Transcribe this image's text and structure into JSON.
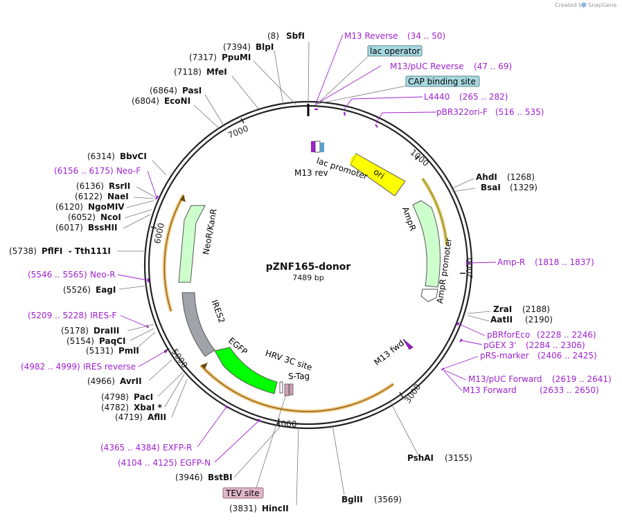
{
  "credit": "Created by",
  "brand": "SnapGene",
  "plasmid": {
    "name": "pZNF165-donor",
    "size": "7489 bp"
  },
  "ticks": [
    "1000",
    "2000",
    "3000",
    "4000",
    "5000",
    "6000",
    "7000"
  ],
  "features": {
    "lac_promoter": "lac promoter",
    "m13_rev": "M13 rev",
    "ori": "ori",
    "ampr": "AmpR",
    "ampr_promoter": "AmpR promoter",
    "m13_fwd": "M13 fwd",
    "neor": "NeoR/KanR",
    "ires2": "IRES2",
    "egfp": "EGFP",
    "hrv": "HRV 3C site",
    "stag": "S-Tag"
  },
  "sites": [
    {
      "pos": "(8)",
      "name": "SbfI"
    },
    {
      "pos": "(7394)",
      "name": "BlpI"
    },
    {
      "pos": "(7317)",
      "name": "PpuMI"
    },
    {
      "pos": "(7118)",
      "name": "MfeI"
    },
    {
      "pos": "(6864)",
      "name": "PasI"
    },
    {
      "pos": "(6804)",
      "name": "EcoNI"
    },
    {
      "pos": "(6314)",
      "name": "BbvCI"
    },
    {
      "pos": "(6136)",
      "name": "RsrII"
    },
    {
      "pos": "(6122)",
      "name": "NaeI"
    },
    {
      "pos": "(6120)",
      "name": "NgoMIV"
    },
    {
      "pos": "(6052)",
      "name": "NcoI"
    },
    {
      "pos": "(6017)",
      "name": "BssHII"
    },
    {
      "pos": "(5738)",
      "name": "PflFI  - Tth111I"
    },
    {
      "pos": "(5526)",
      "name": "EagI"
    },
    {
      "pos": "(5178)",
      "name": "DraIII"
    },
    {
      "pos": "(5154)",
      "name": "PaqCI"
    },
    {
      "pos": "(5131)",
      "name": "PmlI"
    },
    {
      "pos": "(4966)",
      "name": "AvrII"
    },
    {
      "pos": "(4798)",
      "name": "PacI"
    },
    {
      "pos": "(4782)",
      "name": "XbaI *"
    },
    {
      "pos": "(4719)",
      "name": "AflII"
    },
    {
      "pos": "(3946)",
      "name": "BstBI"
    },
    {
      "pos": "(3831)",
      "name": "HincII"
    },
    {
      "pos": "(3569)",
      "name": "BglII"
    },
    {
      "pos": "(3155)",
      "name": "PshAI"
    },
    {
      "pos": "(1268)",
      "name": "AhdI"
    },
    {
      "pos": "(1329)",
      "name": "BsaI"
    },
    {
      "pos": "(2188)",
      "name": "ZraI"
    },
    {
      "pos": "(2190)",
      "name": "AatII"
    }
  ],
  "primers": [
    {
      "name": "M13 Reverse",
      "range": "(34 .. 50)"
    },
    {
      "name": "M13/pUC Reverse",
      "range": "(47 .. 69)"
    },
    {
      "name": "L4440",
      "range": "(265 .. 282)"
    },
    {
      "name": "pBR322ori-F",
      "range": "(516 .. 535)"
    },
    {
      "name": "Amp-R",
      "range": "(1818 .. 1837)"
    },
    {
      "name": "pBRforEco",
      "range": "(2228 .. 2246)"
    },
    {
      "name": "pGEX 3'",
      "range": "(2284 .. 2306)"
    },
    {
      "name": "pRS-marker",
      "range": "(2406 .. 2425)"
    },
    {
      "name": "M13/pUC Forward",
      "range": "(2619 .. 2641)"
    },
    {
      "name": "M13 Forward",
      "range": "(2633 .. 2650)"
    },
    {
      "name": "Neo-F",
      "range": "(6156 .. 6175)"
    },
    {
      "name": "Neo-R",
      "range": "(5546 .. 5565)"
    },
    {
      "name": "IRES-F",
      "range": "(5209 .. 5228)"
    },
    {
      "name": "IRES reverse",
      "range": "(4982 .. 4999)"
    },
    {
      "name": "EXFP-R",
      "range": "(4365 .. 4384)"
    },
    {
      "name": "EGFP-N",
      "range": "(4104 .. 4125)"
    }
  ],
  "boxes": {
    "lac_operator": "lac operator",
    "cap_site": "CAP binding site",
    "tev_site": "TEV site"
  },
  "colors": {
    "backbone": "#222222",
    "enzyme_text": "#111111",
    "primer": "#a020d0",
    "ori": "#ffff00",
    "ampr": "#ccffcc",
    "neor": "#ccffcc",
    "egfp": "#00ff00",
    "ires": "#a0a4a8",
    "lac_box": "#a8d8e0",
    "tev_box": "#e0b8c8",
    "orf_arc": "#f0c070"
  }
}
